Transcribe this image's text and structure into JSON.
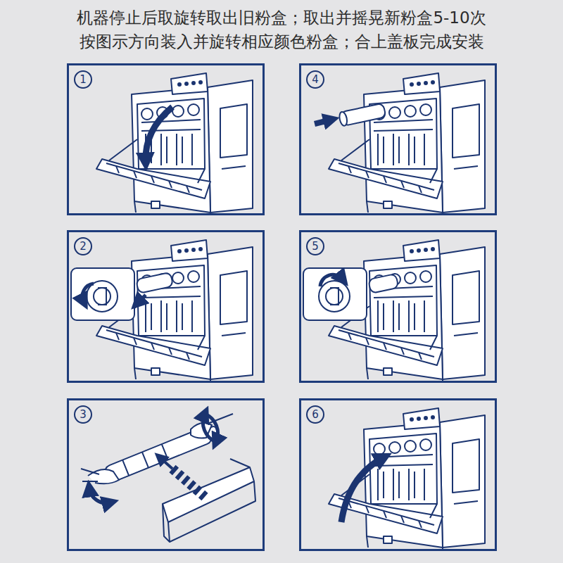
{
  "diagram": {
    "title": "机器停止后取旋转取出旧粉盒；取出并摇晃新粉盒5-10次 按图示方向装入并旋转相应颜色粉盒；合上盖板完成安装",
    "nodes": [
      {
        "text": [
          "1"
        ]
      },
      {
        "text": [
          "4"
        ]
      },
      {
        "text": [
          "2"
        ]
      },
      {
        "text": [
          "5"
        ]
      },
      {
        "text": [
          "3"
        ]
      },
      {
        "text": [
          "6"
        ]
      }
    ]
  }
}
